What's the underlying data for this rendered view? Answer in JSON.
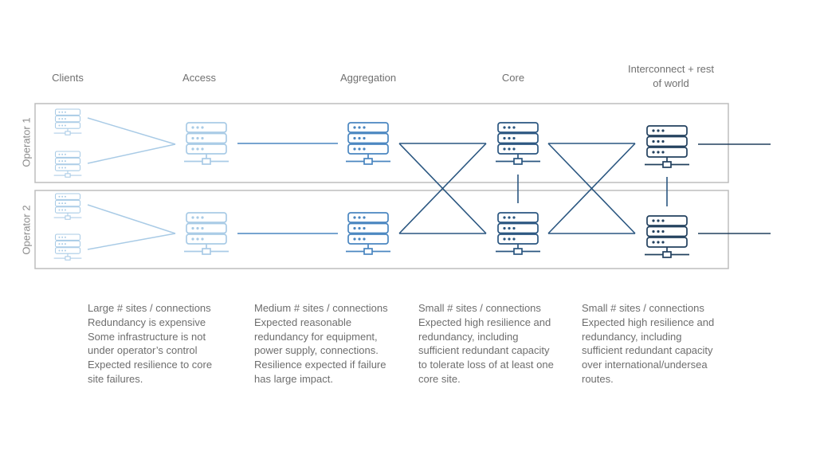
{
  "columns": {
    "clients": "Clients",
    "access": "Access",
    "aggregation": "Aggregation",
    "core": "Core",
    "interconnect_line1": "Interconnect + rest",
    "interconnect_line2": "of world"
  },
  "rows": {
    "operator1": "Operator 1",
    "operator2": "Operator 2"
  },
  "descriptions": {
    "access": [
      "Large # sites / connections",
      "Redundancy is expensive",
      "Some infrastructure is not",
      "under operator’s control",
      "Expected resilience to core",
      "site failures."
    ],
    "aggregation": [
      "Medium # sites / connections",
      "Expected reasonable",
      "redundancy for equipment,",
      "power supply, connections.",
      "Resilience expected if failure",
      "has large impact."
    ],
    "core": [
      "Small # sites / connections",
      "Expected high resilience and",
      "redundancy, including",
      "sufficient redundant capacity",
      "to tolerate loss of at least one",
      "core site."
    ],
    "interconnect": [
      "Small # sites / connections",
      "Expected high resilience and",
      "redundancy, including",
      "sufficient redundant capacity",
      "over international/undersea",
      "routes."
    ]
  },
  "colors": {
    "light": "#a9cbe6",
    "medium": "#4a86c0",
    "dark": "#2a5680",
    "darkest": "#22405e",
    "frame": "#bdbdbd"
  },
  "icons": {
    "server": "server-icon"
  }
}
